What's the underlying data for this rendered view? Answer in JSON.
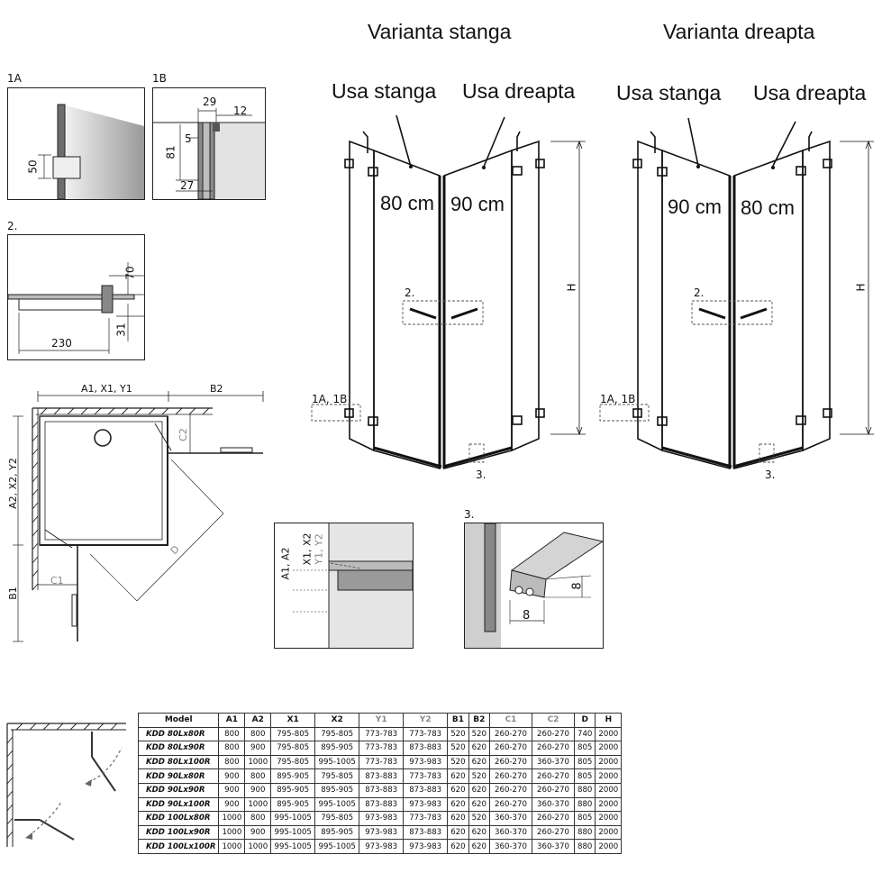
{
  "headers": {
    "left_variant": "Varianta stanga",
    "right_variant": "Varianta dreapta",
    "door_left": "Usa stanga",
    "door_right": "Usa dreapta"
  },
  "left_drawing": {
    "size_a": "80 cm",
    "size_b": "90 cm",
    "detail2": "2.",
    "detail1": "1A, 1B",
    "detail3": "3.",
    "height": "H"
  },
  "right_drawing": {
    "size_a": "90 cm",
    "size_b": "80 cm",
    "detail2": "2.",
    "detail1": "1A, 1B",
    "detail3": "3.",
    "height": "H"
  },
  "detail_1a": {
    "label": "1A",
    "dim": "50"
  },
  "detail_1b": {
    "label": "1B",
    "dim_top": "29",
    "dim_right": "12",
    "dim_5": "5",
    "dim_81": "81",
    "dim_27": "27"
  },
  "detail_2": {
    "label": "2.",
    "dim_70": "70",
    "dim_31": "31",
    "dim_230": "230"
  },
  "plan": {
    "top_dim": "A1, X1, Y1",
    "b2": "B2",
    "side_dim": "A2, X2, Y2",
    "c2": "C2",
    "d": "D",
    "c1": "C1",
    "b1": "B1"
  },
  "detail_profile": {
    "a": "A1, A2",
    "x": "X1, X2",
    "y": "Y1, Y2"
  },
  "detail_3": {
    "label": "3.",
    "dim_8a": "8",
    "dim_8b": "8"
  },
  "table": {
    "headers": [
      "Model",
      "A1",
      "A2",
      "X1",
      "X2",
      "Y1",
      "Y2",
      "B1",
      "B2",
      "C1",
      "C2",
      "D",
      "H"
    ],
    "rows": [
      [
        "KDD 80Lx80R",
        "800",
        "800",
        "795-805",
        "795-805",
        "773-783",
        "773-783",
        "520",
        "520",
        "260-270",
        "260-270",
        "740",
        "2000"
      ],
      [
        "KDD 80Lx90R",
        "800",
        "900",
        "795-805",
        "895-905",
        "773-783",
        "873-883",
        "520",
        "620",
        "260-270",
        "260-270",
        "805",
        "2000"
      ],
      [
        "KDD 80Lx100R",
        "800",
        "1000",
        "795-805",
        "995-1005",
        "773-783",
        "973-983",
        "520",
        "620",
        "260-270",
        "360-370",
        "805",
        "2000"
      ],
      [
        "KDD 90Lx80R",
        "900",
        "800",
        "895-905",
        "795-805",
        "873-883",
        "773-783",
        "620",
        "520",
        "260-270",
        "260-270",
        "805",
        "2000"
      ],
      [
        "KDD 90Lx90R",
        "900",
        "900",
        "895-905",
        "895-905",
        "873-883",
        "873-883",
        "620",
        "620",
        "260-270",
        "260-270",
        "880",
        "2000"
      ],
      [
        "KDD 90Lx100R",
        "900",
        "1000",
        "895-905",
        "995-1005",
        "873-883",
        "973-983",
        "620",
        "620",
        "260-270",
        "360-370",
        "880",
        "2000"
      ],
      [
        "KDD 100Lx80R",
        "1000",
        "800",
        "995-1005",
        "795-805",
        "973-983",
        "773-783",
        "620",
        "520",
        "360-370",
        "260-270",
        "805",
        "2000"
      ],
      [
        "KDD 100Lx90R",
        "1000",
        "900",
        "995-1005",
        "895-905",
        "973-983",
        "873-883",
        "620",
        "620",
        "360-370",
        "260-270",
        "880",
        "2000"
      ],
      [
        "KDD 100Lx100R",
        "1000",
        "1000",
        "995-1005",
        "995-1005",
        "973-983",
        "973-983",
        "620",
        "620",
        "360-370",
        "360-370",
        "880",
        "2000"
      ]
    ]
  }
}
